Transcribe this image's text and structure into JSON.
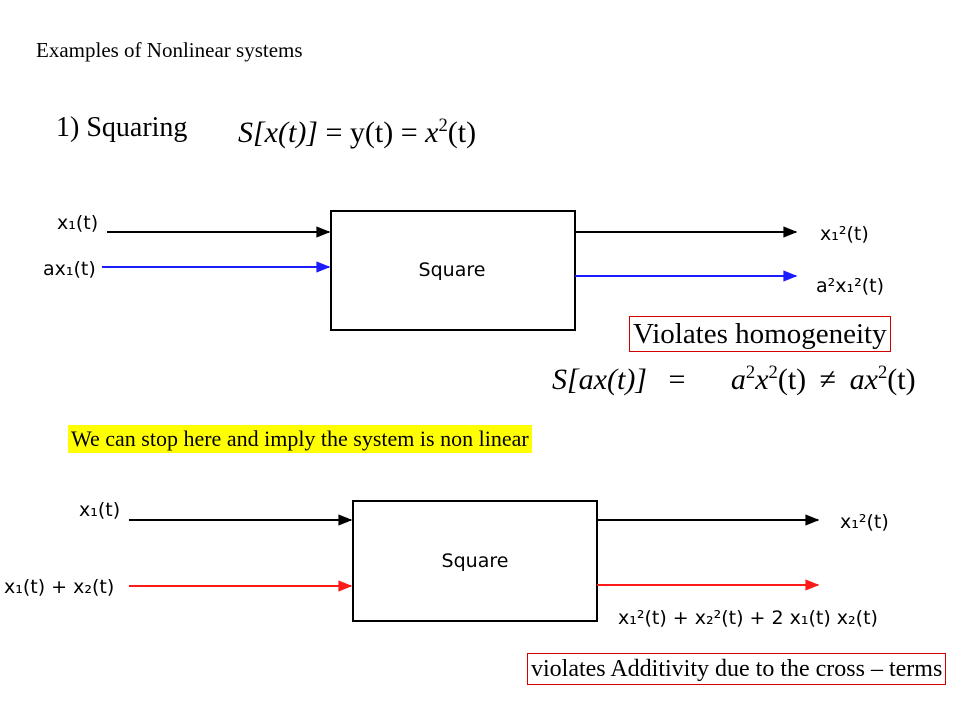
{
  "slide": {
    "title": "Examples of  Nonlinear systems",
    "example_label": "1) Squaring",
    "eq1": {
      "lhs": "S[x(t)]",
      "mid": "= y(t) =",
      "rhs_base": "x",
      "rhs_exp": "2",
      "rhs_arg": "(t)"
    },
    "violates_homogeneity": "Violates homogeneity",
    "eq2": {
      "lhs": "S[ax(t)]",
      "eq": "=",
      "p1": "a",
      "e1": "2",
      "p2": "x",
      "e2": "2",
      "p3": "(t)",
      "neq": "≠",
      "p4": "ax",
      "e4": "2",
      "p5": "(t)"
    },
    "highlight_note": "We can stop here and imply the system is non linear",
    "violates_additivity": "violates Additivity due to the cross – terms"
  },
  "diagram1": {
    "block_label": "Square",
    "input1": "x₁(t)",
    "input2": "ax₁(t)",
    "output1": "x₁²(t)",
    "output2": "a²x₁²(t)"
  },
  "diagram2": {
    "block_label": "Square",
    "input1": "x₁(t)",
    "input2": "x₁(t) + x₂(t)",
    "output1": "x₁²(t)",
    "output2": "x₁²(t) + x₂²(t) + 2 x₁(t) x₂(t)"
  },
  "colors": {
    "blue_signal": "#1c1cff",
    "red_signal": "#ff1a1a",
    "highlight": "#ffff00",
    "box_border": "#d40000"
  }
}
